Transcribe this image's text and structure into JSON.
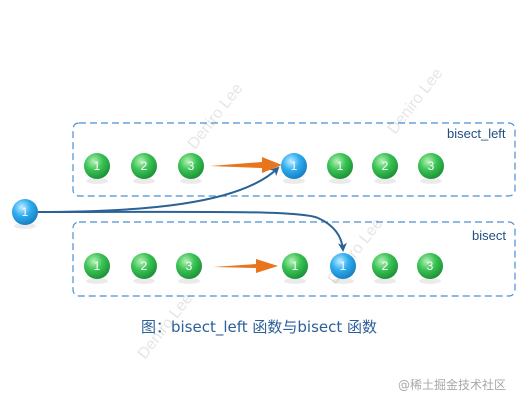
{
  "boxes": {
    "top_label": "bisect_left",
    "bottom_label": "bisect"
  },
  "colors": {
    "green_ball": "#2fb84a",
    "blue_ball": "#27a8e8",
    "box_border": "#4a8fd0",
    "orange_arrow": "#e8741c",
    "curve_arrow": "#2a6296",
    "label_text": "#1f4f80"
  },
  "balls": {
    "insert_value": "1",
    "top_left_values": [
      "1",
      "2",
      "3"
    ],
    "top_right_values": [
      "1",
      "1",
      "2",
      "3"
    ],
    "bottom_left_values": [
      "1",
      "2",
      "3"
    ],
    "bottom_right_values": [
      "1",
      "1",
      "2",
      "3"
    ]
  },
  "caption": "图：bisect_left 函数与bisect 函数",
  "credit": "@稀土掘金技术社区",
  "watermark": "Deniro Lee"
}
